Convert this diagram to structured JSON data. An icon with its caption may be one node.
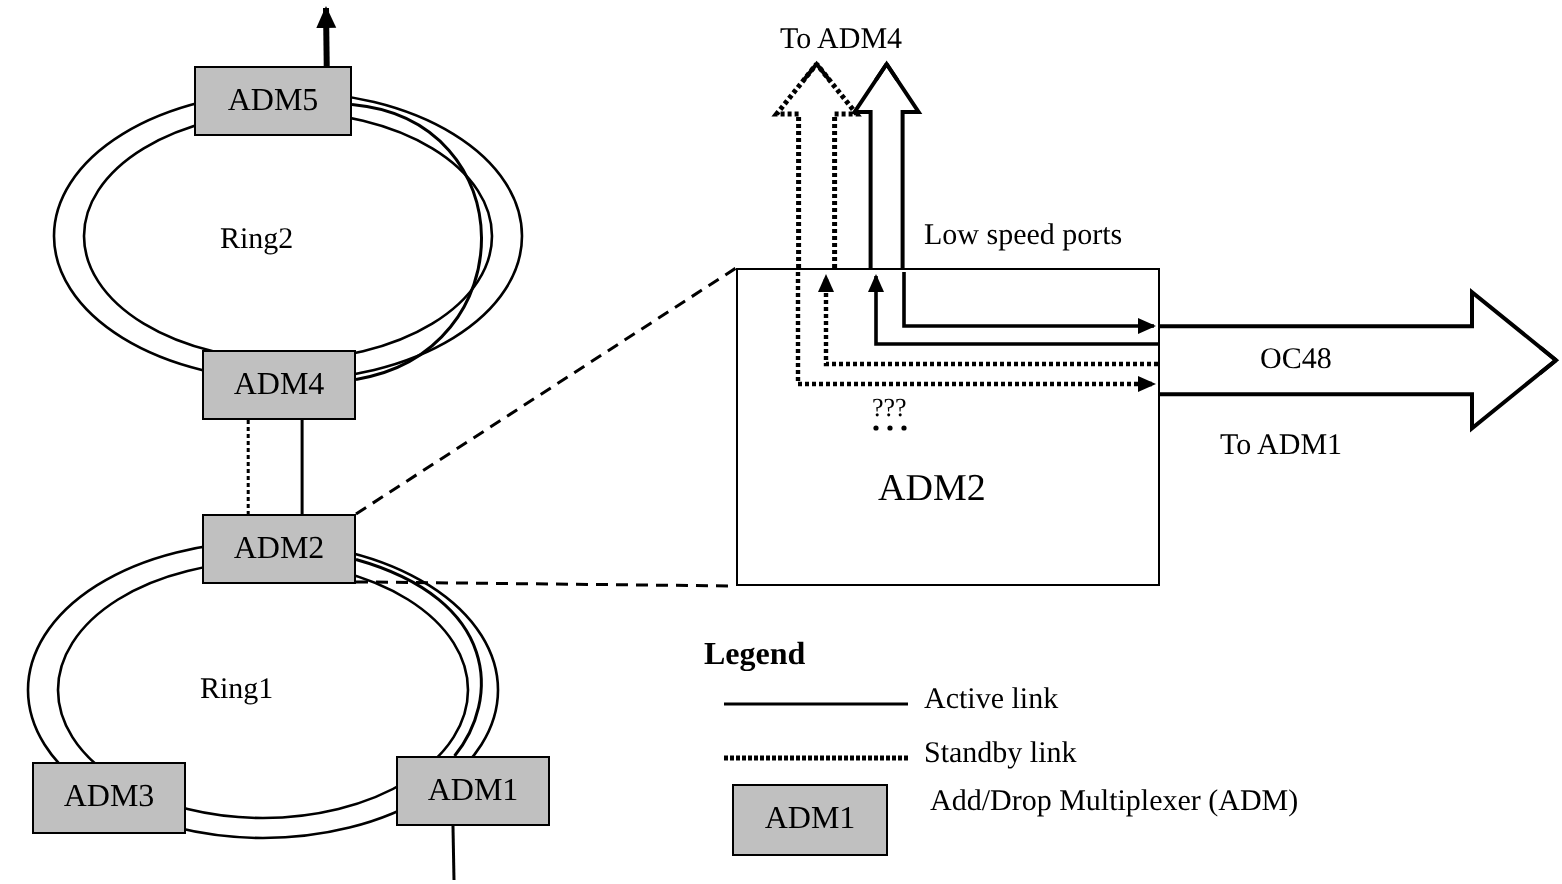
{
  "diagram": {
    "nodes": [
      {
        "text": [
          "ADM5"
        ]
      },
      {
        "text": [
          "Ring2"
        ]
      },
      {
        "text": [
          "ADM4"
        ]
      },
      {
        "text": [
          "ADM2"
        ]
      },
      {
        "text": [
          "Ring1"
        ]
      },
      {
        "text": [
          "ADM3"
        ]
      },
      {
        "text": [
          "ADM1"
        ]
      },
      {
        "text": [
          "ADM2"
        ]
      },
      {
        "text": [
          "To ADM4"
        ]
      }
    ],
    "edges": [
      {
        "from": 0,
        "to": null,
        "arrow": "to",
        "style": "thick"
      },
      {
        "from": 2,
        "to": 3,
        "arrow": "none",
        "style": "dashed"
      },
      {
        "from": 2,
        "to": 3,
        "arrow": "none"
      },
      {
        "from": 6,
        "to": null,
        "arrow": "none"
      },
      {
        "from": 0,
        "to": 2,
        "arrow": "none"
      },
      {
        "from": 3,
        "to": 6,
        "arrow": "none"
      },
      {
        "from": 3,
        "to": 7,
        "arrow": "none",
        "style": "dashed"
      },
      {
        "from": 3,
        "to": 7,
        "arrow": "none",
        "style": "dashed"
      },
      {
        "from": 7,
        "to": 8,
        "arrow": "to",
        "style": "dashed"
      },
      {
        "from": 7,
        "to": 8,
        "arrow": "to"
      },
      {
        "from": 7,
        "to": null,
        "arrow": "to"
      }
    ],
    "labels": [
      "Low speed ports",
      "OC48",
      "???",
      "To ADM1",
      "Legend",
      "ADM1"
    ],
    "legend": [
      {
        "text": "Active link"
      },
      {
        "text": "Standby link"
      },
      {
        "text": "Add/Drop Multiplexer (ADM)"
      }
    ]
  }
}
